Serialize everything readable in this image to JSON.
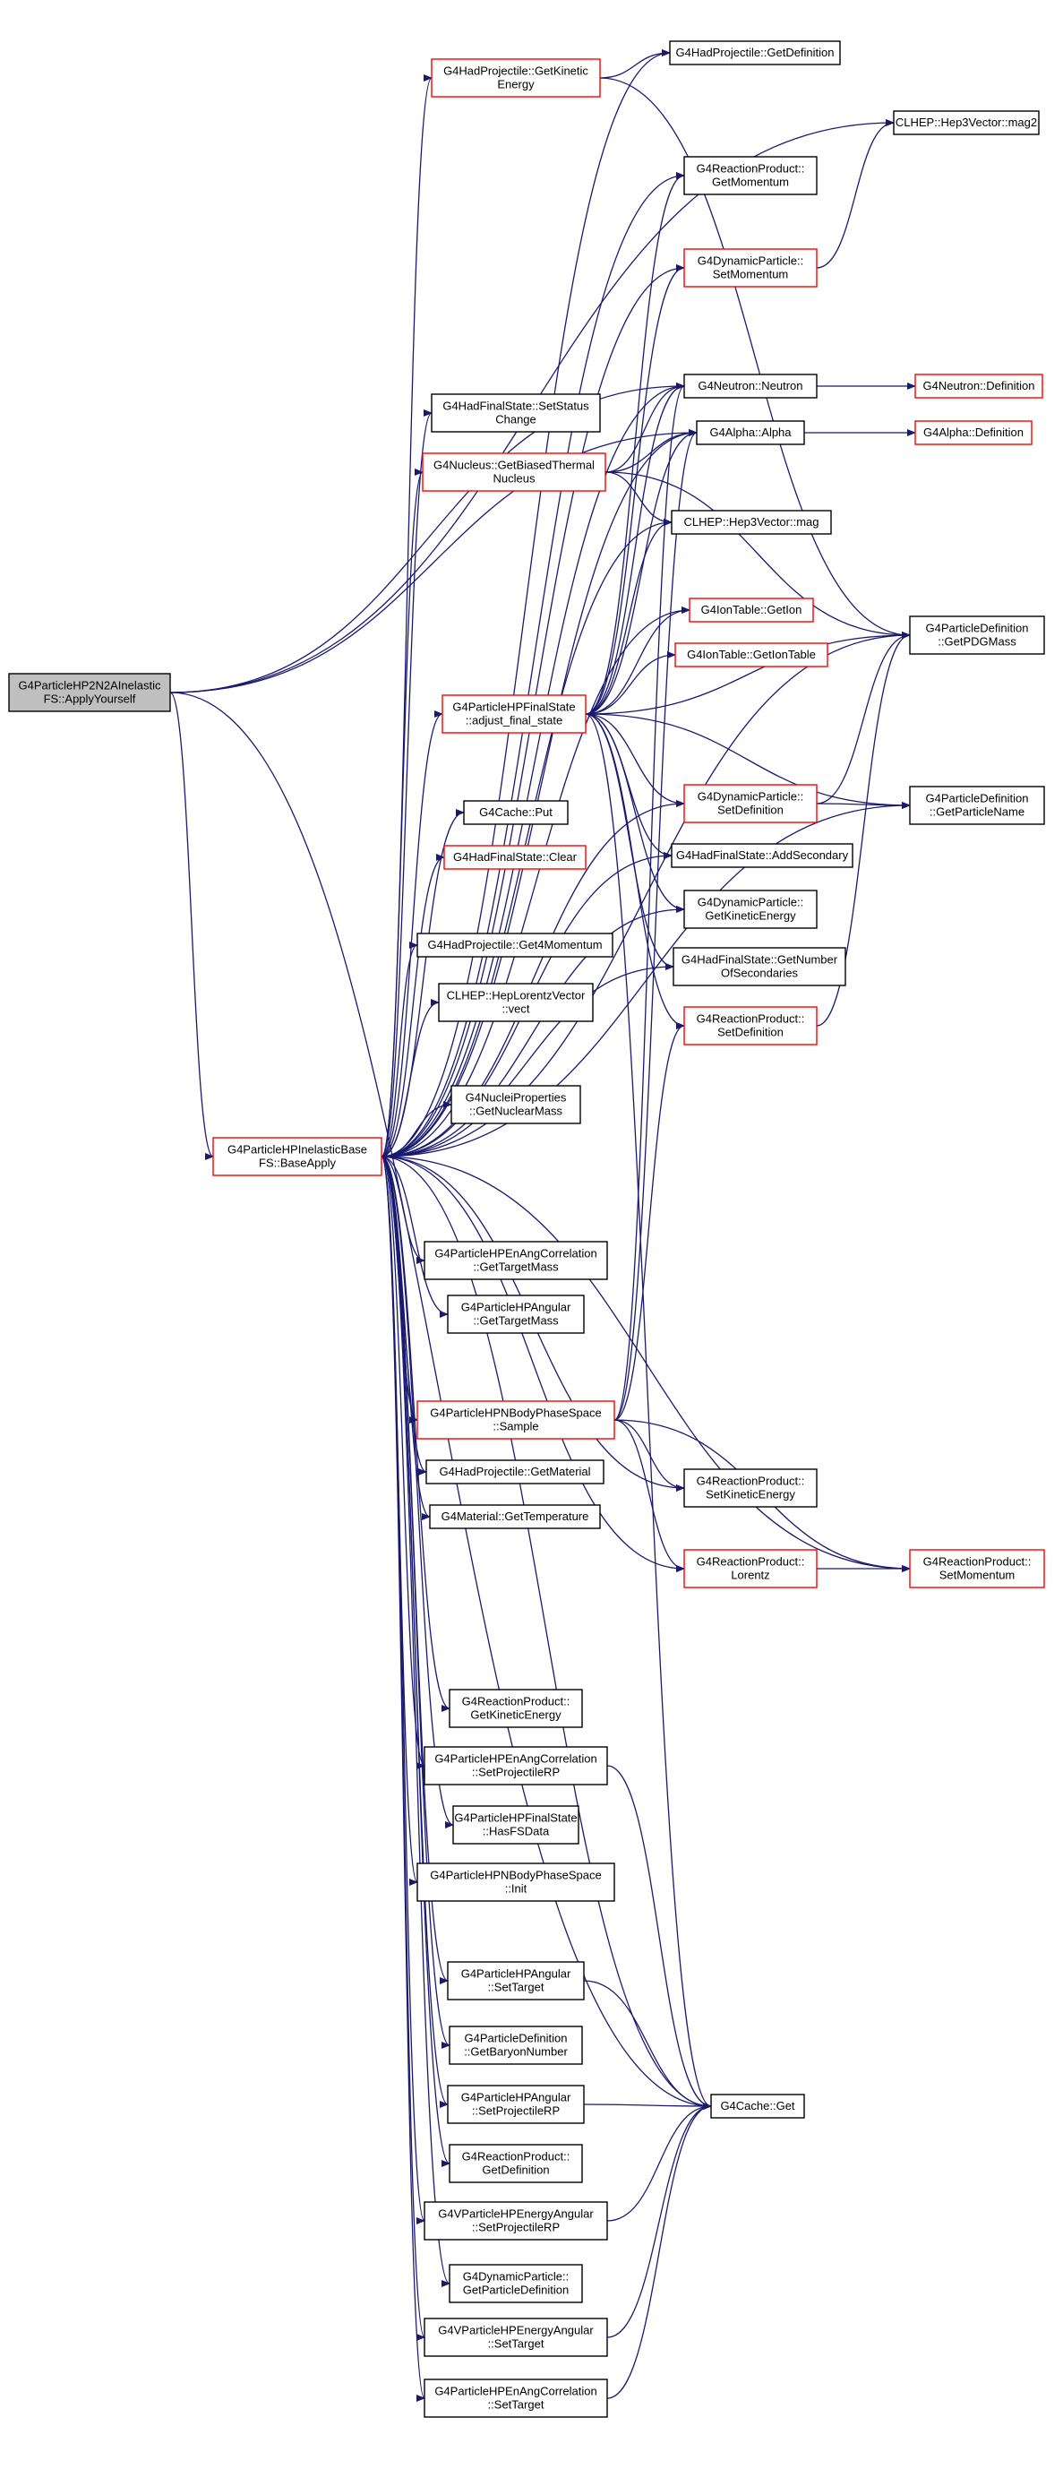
{
  "graph": {
    "colors": {
      "edge": "#191970",
      "node_border": "#000000",
      "node_border_external": "#ff0000",
      "root_fill": "#bfbfbf"
    },
    "nodes": [
      {
        "id": "root",
        "lines": [
          "G4ParticleHP2N2AInelastic",
          "FS::ApplyYourself"
        ],
        "style": "root"
      },
      {
        "id": "baseapply",
        "lines": [
          "G4ParticleHPInelasticBase",
          "FS::BaseApply"
        ],
        "style": "red"
      },
      {
        "id": "hadproj_getkin",
        "lines": [
          "G4HadProjectile::GetKinetic",
          "Energy"
        ],
        "style": "red"
      },
      {
        "id": "hadproj_getdef",
        "lines": [
          "G4HadProjectile::GetDefinition"
        ],
        "style": "normal"
      },
      {
        "id": "hep3_mag2",
        "lines": [
          "CLHEP::Hep3Vector::mag2"
        ],
        "style": "normal"
      },
      {
        "id": "rp_getmom",
        "lines": [
          "G4ReactionProduct::",
          "GetMomentum"
        ],
        "style": "normal"
      },
      {
        "id": "dp_setmom",
        "lines": [
          "G4DynamicParticle::",
          "SetMomentum"
        ],
        "style": "red"
      },
      {
        "id": "neutron",
        "lines": [
          "G4Neutron::Neutron"
        ],
        "style": "normal"
      },
      {
        "id": "neutron_def",
        "lines": [
          "G4Neutron::Definition"
        ],
        "style": "red"
      },
      {
        "id": "hfs_setstatus",
        "lines": [
          "G4HadFinalState::SetStatus",
          "Change"
        ],
        "style": "normal"
      },
      {
        "id": "alpha",
        "lines": [
          "G4Alpha::Alpha"
        ],
        "style": "normal"
      },
      {
        "id": "alpha_def",
        "lines": [
          "G4Alpha::Definition"
        ],
        "style": "red"
      },
      {
        "id": "nucleus_biased",
        "lines": [
          "G4Nucleus::GetBiasedThermal",
          "Nucleus"
        ],
        "style": "red"
      },
      {
        "id": "hep3_mag",
        "lines": [
          "CLHEP::Hep3Vector::mag"
        ],
        "style": "normal"
      },
      {
        "id": "iontable_getion",
        "lines": [
          "G4IonTable::GetIon"
        ],
        "style": "red"
      },
      {
        "id": "pd_getpdgmass",
        "lines": [
          "G4ParticleDefinition",
          "::GetPDGMass"
        ],
        "style": "normal"
      },
      {
        "id": "iontable_getiontable",
        "lines": [
          "G4IonTable::GetIonTable"
        ],
        "style": "red"
      },
      {
        "id": "adjust",
        "lines": [
          "G4ParticleHPFinalState",
          "::adjust_final_state"
        ],
        "style": "red"
      },
      {
        "id": "dp_setdef",
        "lines": [
          "G4DynamicParticle::",
          "SetDefinition"
        ],
        "style": "red"
      },
      {
        "id": "pd_getname",
        "lines": [
          "G4ParticleDefinition",
          "::GetParticleName"
        ],
        "style": "normal"
      },
      {
        "id": "cache_put",
        "lines": [
          "G4Cache::Put"
        ],
        "style": "normal"
      },
      {
        "id": "hfs_addsec",
        "lines": [
          "G4HadFinalState::AddSecondary"
        ],
        "style": "normal"
      },
      {
        "id": "hfs_clear",
        "lines": [
          "G4HadFinalState::Clear"
        ],
        "style": "red"
      },
      {
        "id": "dp_getkin",
        "lines": [
          "G4DynamicParticle::",
          "GetKineticEnergy"
        ],
        "style": "normal"
      },
      {
        "id": "hadproj_get4mom",
        "lines": [
          "G4HadProjectile::Get4Momentum"
        ],
        "style": "normal"
      },
      {
        "id": "hfs_getnum",
        "lines": [
          "G4HadFinalState::GetNumber",
          "OfSecondaries"
        ],
        "style": "normal"
      },
      {
        "id": "hlv_vect",
        "lines": [
          "CLHEP::HepLorentzVector",
          "::vect"
        ],
        "style": "normal"
      },
      {
        "id": "rp_setdef",
        "lines": [
          "G4ReactionProduct::",
          "SetDefinition"
        ],
        "style": "red"
      },
      {
        "id": "nuclei_mass",
        "lines": [
          "G4NucleiProperties",
          "::GetNuclearMass"
        ],
        "style": "normal"
      },
      {
        "id": "enang_gettm",
        "lines": [
          "G4ParticleHPEnAngCorrelation",
          "::GetTargetMass"
        ],
        "style": "normal"
      },
      {
        "id": "angular_gettm",
        "lines": [
          "G4ParticleHPAngular",
          "::GetTargetMass"
        ],
        "style": "normal"
      },
      {
        "id": "nbody_sample",
        "lines": [
          "G4ParticleHPNBodyPhaseSpace",
          "::Sample"
        ],
        "style": "red"
      },
      {
        "id": "hadproj_getmat",
        "lines": [
          "G4HadProjectile::GetMaterial"
        ],
        "style": "normal"
      },
      {
        "id": "rp_setkin",
        "lines": [
          "G4ReactionProduct::",
          "SetKineticEnergy"
        ],
        "style": "normal"
      },
      {
        "id": "mat_gettemp",
        "lines": [
          "G4Material::GetTemperature"
        ],
        "style": "normal"
      },
      {
        "id": "rp_lorentz",
        "lines": [
          "G4ReactionProduct::",
          "Lorentz"
        ],
        "style": "red"
      },
      {
        "id": "rp_setmom",
        "lines": [
          "G4ReactionProduct::",
          "SetMomentum"
        ],
        "style": "red"
      },
      {
        "id": "rp_getkin",
        "lines": [
          "G4ReactionProduct::",
          "GetKineticEnergy"
        ],
        "style": "normal"
      },
      {
        "id": "enang_setprp",
        "lines": [
          "G4ParticleHPEnAngCorrelation",
          "::SetProjectileRP"
        ],
        "style": "normal"
      },
      {
        "id": "fs_hasfsdata",
        "lines": [
          "G4ParticleHPFinalState",
          "::HasFSData"
        ],
        "style": "normal"
      },
      {
        "id": "nbody_init",
        "lines": [
          "G4ParticleHPNBodyPhaseSpace",
          "::Init"
        ],
        "style": "normal"
      },
      {
        "id": "angular_settarget",
        "lines": [
          "G4ParticleHPAngular",
          "::SetTarget"
        ],
        "style": "normal"
      },
      {
        "id": "pd_getbaryon",
        "lines": [
          "G4ParticleDefinition",
          "::GetBaryonNumber"
        ],
        "style": "normal"
      },
      {
        "id": "angular_setprp",
        "lines": [
          "G4ParticleHPAngular",
          "::SetProjectileRP"
        ],
        "style": "normal"
      },
      {
        "id": "cache_get",
        "lines": [
          "G4Cache::Get"
        ],
        "style": "normal"
      },
      {
        "id": "rp_getdef",
        "lines": [
          "G4ReactionProduct::",
          "GetDefinition"
        ],
        "style": "normal"
      },
      {
        "id": "vea_setprp",
        "lines": [
          "G4VParticleHPEnergyAngular",
          "::SetProjectileRP"
        ],
        "style": "normal"
      },
      {
        "id": "dp_getpdef",
        "lines": [
          "G4DynamicParticle::",
          "GetParticleDefinition"
        ],
        "style": "normal"
      },
      {
        "id": "vea_settarget",
        "lines": [
          "G4VParticleHPEnergyAngular",
          "::SetTarget"
        ],
        "style": "normal"
      },
      {
        "id": "enang_settarget",
        "lines": [
          "G4ParticleHPEnAngCorrelation",
          "::SetTarget"
        ],
        "style": "normal"
      }
    ]
  }
}
